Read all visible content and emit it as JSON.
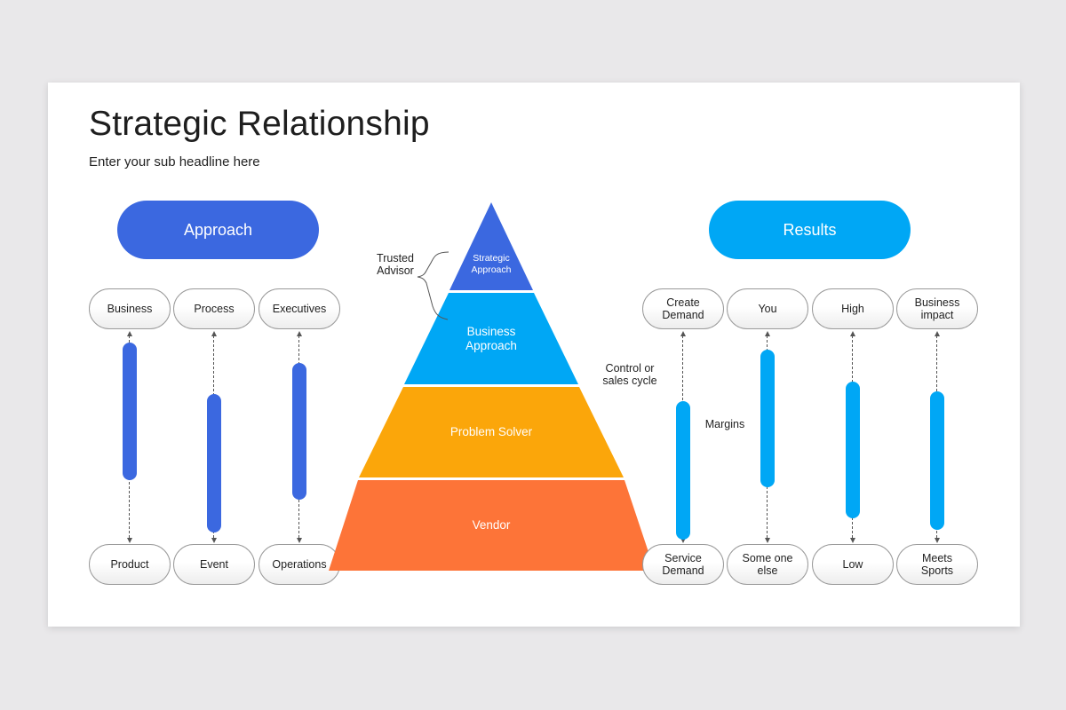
{
  "title": "Strategic Relationship",
  "subtitle": "Enter your sub headline here",
  "approach": {
    "label": "Approach",
    "color": "#3b68e0",
    "top_items": [
      "Business",
      "Process",
      "Executives"
    ],
    "bottom_items": [
      "Product",
      "Event",
      "Operations"
    ]
  },
  "results": {
    "label": "Results",
    "color": "#00a7f5",
    "top_items": [
      "Create\nDemand",
      "You",
      "High",
      "Business\nimpact"
    ],
    "bottom_items": [
      "Service\nDemand",
      "Some one\nelse",
      "Low",
      "Meets\nSports"
    ]
  },
  "pyramid": {
    "levels": [
      {
        "label": "Strategic\nApproach",
        "color": "#3b68e0"
      },
      {
        "label": "Business\nApproach",
        "color": "#00a7f5"
      },
      {
        "label": "Problem Solver",
        "color": "#fba60a"
      },
      {
        "label": "Vendor",
        "color": "#fd7438"
      }
    ]
  },
  "notes": {
    "trusted_advisor": "Trusted\nAdvisor",
    "control_cycle": "Control or\nsales cycle",
    "margins": "Margins"
  }
}
